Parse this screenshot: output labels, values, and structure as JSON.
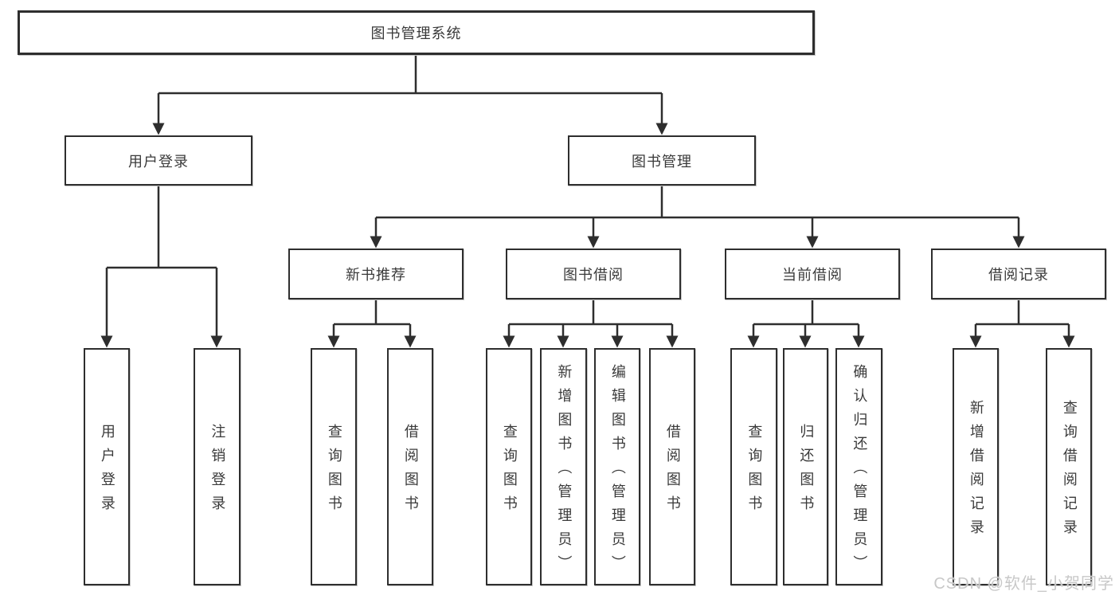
{
  "diagram": {
    "root": "图书管理系统",
    "level2": [
      "用户登录",
      "图书管理"
    ],
    "level3": [
      "新书推荐",
      "图书借阅",
      "当前借阅",
      "借阅记录"
    ],
    "level4": [
      "用户登录",
      "注销登录",
      "查询图书",
      "借阅图书",
      "查询图书",
      "新增图书（管理员）",
      "编辑图书（管理员）",
      "借阅图书",
      "查询图书",
      "归还图书",
      "确认归还（管理员）",
      "新增借阅记录",
      "查询借阅记录"
    ]
  },
  "watermark": "CSDN @软件_小贺同学",
  "colors": {
    "line": "#2e2e2e",
    "text": "#3a3a3a",
    "box_background": "#ffffff",
    "watermark": "#c8c8c8"
  }
}
